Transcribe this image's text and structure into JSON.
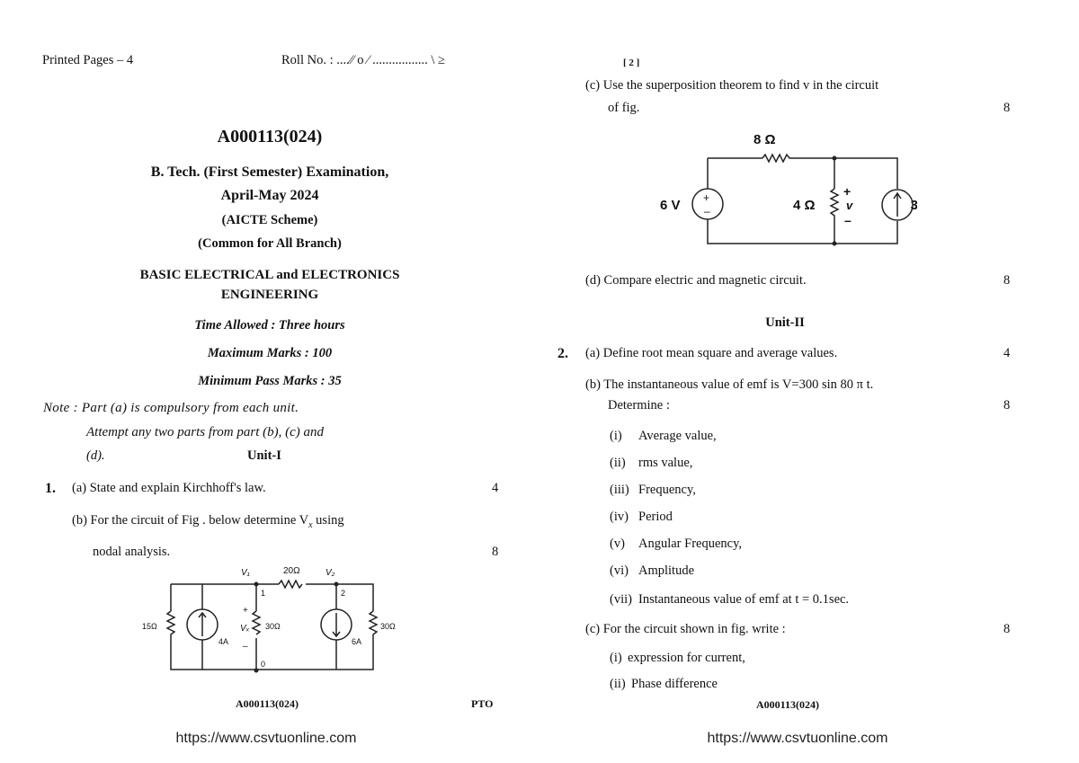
{
  "left_page": {
    "printed_pages": "Printed Pages – 4",
    "roll_no": "Roll No. : ....⁄⁄ o ∕ ................. \\ ≥",
    "paper_code": "A000113(024)",
    "exam": "B. Tech. (First Semester)  Examination,",
    "session": "April-May 2024",
    "scheme": "(AICTE Scheme)",
    "branch": "(Common for All Branch)",
    "subject_line1": "BASIC ELECTRICAL and ELECTRONICS",
    "subject_line2": "ENGINEERING",
    "time": "Time Allowed : Three hours",
    "max_marks": "Maximum Marks : 100",
    "min_marks": "Minimum Pass Marks : 35",
    "note_line1": "Note : Part (a) is compulsory from each unit.",
    "note_line2": "Attempt any two parts from part (b), (c) and",
    "note_line3": "(d).",
    "unit": "Unit-I",
    "q1_num": "1.",
    "q1a": "(a)  State and explain Kirchhoff's law.",
    "q1a_marks": "4",
    "q1b_line1": "(b)  For the circuit of Fig . below determine V",
    "q1b_sub": "x",
    "q1b_tail": " using",
    "q1b_line2": "nodal analysis.",
    "q1b_marks": "8",
    "circuit": {
      "v1": "V₁",
      "v2": "V₂",
      "r_mid": "20Ω",
      "r_left": "15Ω",
      "src_left": "4A",
      "vx": "Vₓ",
      "r_vx": "30Ω",
      "node1": "1",
      "node2": "2",
      "node0": "0",
      "plus": "+",
      "minus": "–",
      "src_right": "6A",
      "r_right": "30Ω"
    },
    "footer_code": "A000113(024)",
    "pto": "PTO",
    "url": "https://www.csvtuonline.com"
  },
  "right_page": {
    "page_no": "[ 2 ]",
    "q1c_line1": "(c)  Use the superposition theorem to find v in the circuit",
    "q1c_line2": "of fig.",
    "q1c_marks": "8",
    "circuit": {
      "r_top": "8 Ω",
      "v_src": "6 V",
      "r_mid": "4 Ω",
      "v": "v",
      "plus": "+",
      "minus": "–",
      "i_src": "3"
    },
    "q1d": "(d)  Compare electric and magnetic circuit.",
    "q1d_marks": "8",
    "unit": "Unit-II",
    "q2_num": "2.",
    "q2a": "(a) Define root mean square and average values.",
    "q2a_marks": "4",
    "q2b_line1": "(b)  The instantaneous value of emf is V=300 sin 80 π t.",
    "q2b_line2": "Determine :",
    "q2b_marks": "8",
    "q2b_items": [
      {
        "num": "(i)",
        "text": "Average value,"
      },
      {
        "num": "(ii)",
        "text": "rms value,"
      },
      {
        "num": "(iii)",
        "text": "Frequency,"
      },
      {
        "num": "(iv)",
        "text": "Period"
      },
      {
        "num": "(v)",
        "text": "Angular Frequency,"
      },
      {
        "num": "(vi)",
        "text": "Amplitude"
      },
      {
        "num": "(vii)",
        "text": "Instantaneous value of emf at t = 0.1sec."
      }
    ],
    "q2c": "(c)  For the circuit shown in fig. write :",
    "q2c_marks": "8",
    "q2c_items": [
      {
        "num": "(i)",
        "text": "expression for current,"
      },
      {
        "num": "(ii)",
        "text": "Phase difference"
      }
    ],
    "footer_code": "A000113(024)",
    "url": "https://www.csvtuonline.com"
  }
}
